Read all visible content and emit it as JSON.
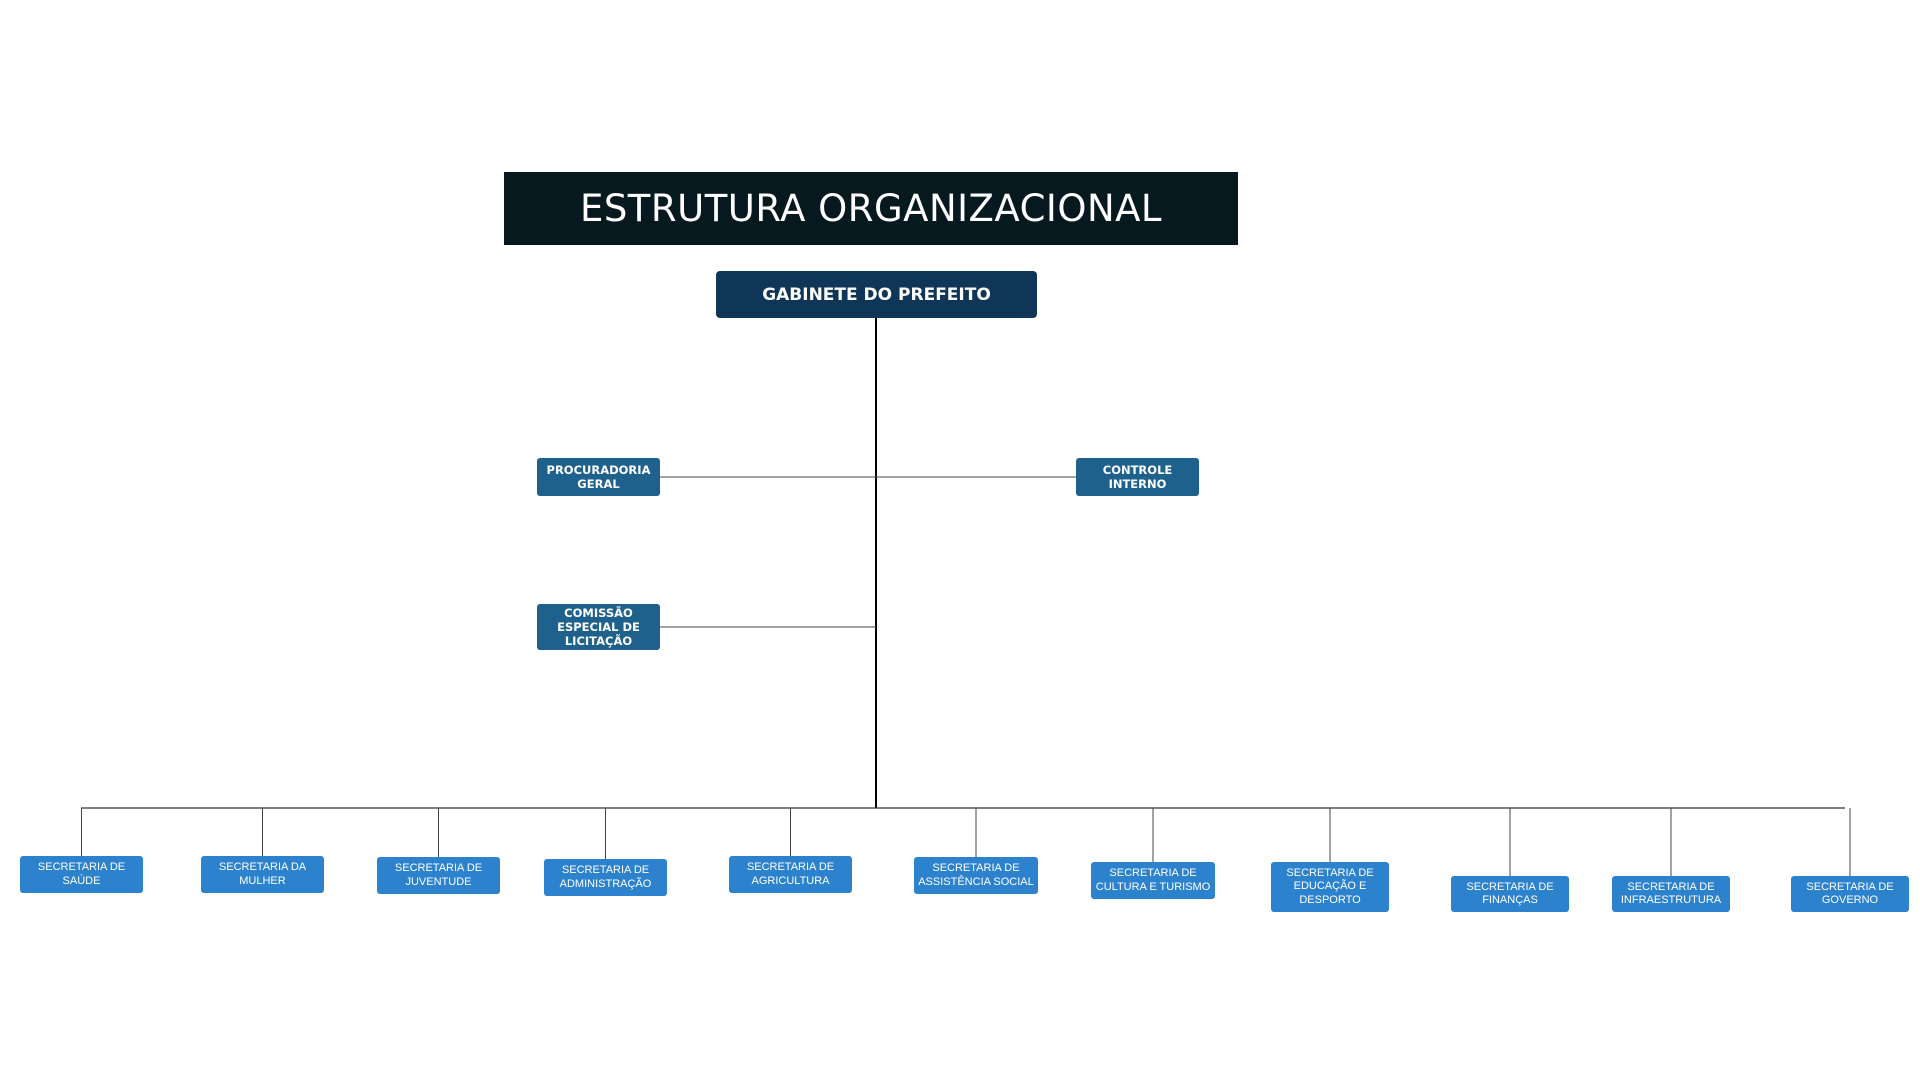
{
  "title": "ESTRUTURA ORGANIZACIONAL",
  "top_node": {
    "label": "GABINETE DO PREFEITO"
  },
  "staff": {
    "procuradoria": "PROCURADORIA\nGERAL",
    "controle": "CONTROLE\nINTERNO",
    "comissao": "COMISSÃO\nESPECIAL DE\nLICITAÇÃO"
  },
  "secretarias": [
    "SECRETARIA DE\nSAÚDE",
    "SECRETARIA DA\nMULHER",
    "SECRETARIA DE\nJUVENTUDE",
    "SECRETARIA DE\nADMINISTRAÇÃO",
    "SECRETARIA DE\nAGRICULTURA",
    "SECRETARIA DE\nASSISTÊNCIA SOCIAL",
    "SECRETARIA DE\nCULTURA E TURISMO",
    "SECRETARIA DE\nEDUCAÇÃO E\nDESPORTO",
    "SECRETARIA DE\nFINANÇAS",
    "SECRETARIA DE\nINFRAESTRUTURA",
    "SECRETARIA DE\nGOVERNO"
  ],
  "colors": {
    "title_bg": "#06191f",
    "top_node": "#0f3657",
    "staff_node": "#1f618d",
    "secretaria_node": "#2d82cd",
    "connector": "#000000"
  }
}
